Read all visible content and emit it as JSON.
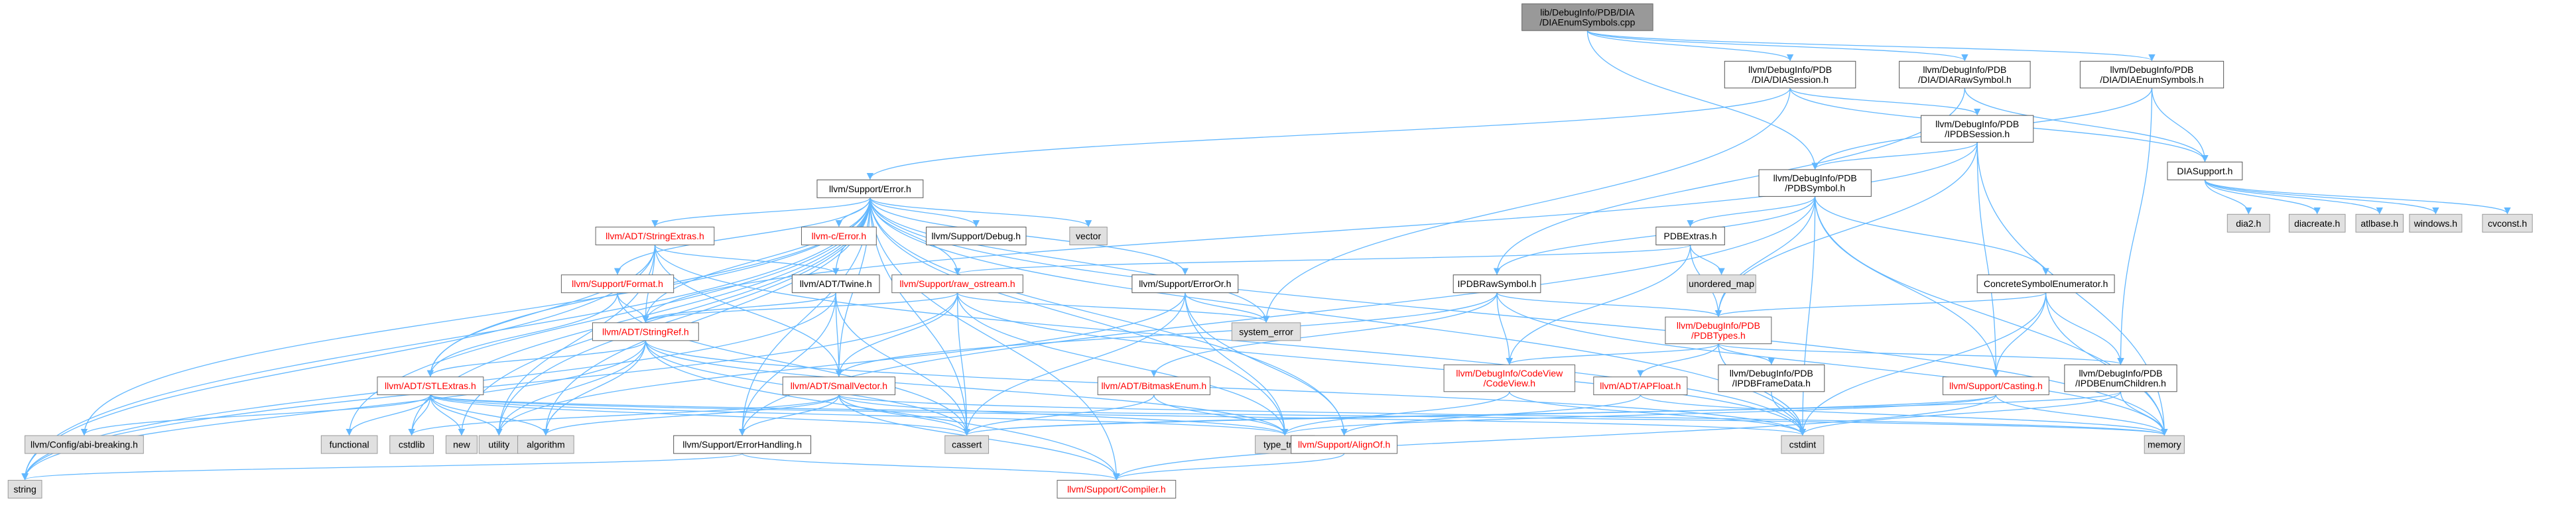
{
  "graph": {
    "colors": {
      "edge": "#63b8ff",
      "node_border": "#555555",
      "node_fill": "#ffffff",
      "root_fill": "#999999",
      "external_fill": "#e0e0e0",
      "external_border": "#999999",
      "red_text": "#ff0000",
      "text": "#000000"
    },
    "nodes": [
      {
        "id": "root",
        "lines": [
          "lib/DebugInfo/PDB/DIA",
          "/DIAEnumSymbols.cpp"
        ],
        "style": "root"
      },
      {
        "id": "diasession",
        "lines": [
          "llvm/DebugInfo/PDB",
          "/DIA/DIASession.h"
        ],
        "style": "normal"
      },
      {
        "id": "diarawsymbol",
        "lines": [
          "llvm/DebugInfo/PDB",
          "/DIA/DIARawSymbol.h"
        ],
        "style": "normal"
      },
      {
        "id": "diaenumsymbols",
        "lines": [
          "llvm/DebugInfo/PDB",
          "/DIA/DIAEnumSymbols.h"
        ],
        "style": "normal"
      },
      {
        "id": "pdbsession",
        "lines": [
          "llvm/DebugInfo/PDB",
          "/IPDBSession.h"
        ],
        "style": "normal"
      },
      {
        "id": "diasupport",
        "lines": [
          "DIASupport.h"
        ],
        "style": "normal"
      },
      {
        "id": "dia2",
        "lines": [
          "dia2.h"
        ],
        "style": "external"
      },
      {
        "id": "diacreate",
        "lines": [
          "diacreate.h"
        ],
        "style": "external"
      },
      {
        "id": "atlbase",
        "lines": [
          "atlbase.h"
        ],
        "style": "external"
      },
      {
        "id": "windows",
        "lines": [
          "windows.h"
        ],
        "style": "external"
      },
      {
        "id": "cvconst",
        "lines": [
          "cvconst.h"
        ],
        "style": "external"
      },
      {
        "id": "pdbsymbol",
        "lines": [
          "llvm/DebugInfo/PDB",
          "/PDBSymbol.h"
        ],
        "style": "normal"
      },
      {
        "id": "error",
        "lines": [
          "llvm/Support/Error.h"
        ],
        "style": "normal"
      },
      {
        "id": "stringextras",
        "lines": [
          "llvm/ADT/StringExtras.h"
        ],
        "style": "red"
      },
      {
        "id": "cerror",
        "lines": [
          "llvm-c/Error.h"
        ],
        "style": "red"
      },
      {
        "id": "debug",
        "lines": [
          "llvm/Support/Debug.h"
        ],
        "style": "normal"
      },
      {
        "id": "vector",
        "lines": [
          "vector"
        ],
        "style": "external"
      },
      {
        "id": "pdbextras",
        "lines": [
          "PDBExtras.h"
        ],
        "style": "normal"
      },
      {
        "id": "unordered_map",
        "lines": [
          "unordered_map"
        ],
        "style": "external"
      },
      {
        "id": "format",
        "lines": [
          "llvm/Support/Format.h"
        ],
        "style": "red"
      },
      {
        "id": "twine",
        "lines": [
          "llvm/ADT/Twine.h"
        ],
        "style": "normal"
      },
      {
        "id": "raw_ostream",
        "lines": [
          "llvm/Support/raw_ostream.h"
        ],
        "style": "red"
      },
      {
        "id": "erroror",
        "lines": [
          "llvm/Support/ErrorOr.h"
        ],
        "style": "normal"
      },
      {
        "id": "ipdbrawsymbol",
        "lines": [
          "IPDBRawSymbol.h"
        ],
        "style": "normal"
      },
      {
        "id": "concreteenum",
        "lines": [
          "ConcreteSymbolEnumerator.h"
        ],
        "style": "normal"
      },
      {
        "id": "system_error",
        "lines": [
          "system_error"
        ],
        "style": "external"
      },
      {
        "id": "stringref",
        "lines": [
          "llvm/ADT/StringRef.h"
        ],
        "style": "red"
      },
      {
        "id": "pdbtypes",
        "lines": [
          "llvm/DebugInfo/PDB",
          "/PDBTypes.h"
        ],
        "style": "red"
      },
      {
        "id": "stlextras",
        "lines": [
          "llvm/ADT/STLExtras.h"
        ],
        "style": "red"
      },
      {
        "id": "smallvector",
        "lines": [
          "llvm/ADT/SmallVector.h"
        ],
        "style": "red"
      },
      {
        "id": "bitmaskenum",
        "lines": [
          "llvm/ADT/BitmaskEnum.h"
        ],
        "style": "red"
      },
      {
        "id": "codeview",
        "lines": [
          "llvm/DebugInfo/CodeView",
          "/CodeView.h"
        ],
        "style": "red"
      },
      {
        "id": "apfloat",
        "lines": [
          "llvm/ADT/APFloat.h"
        ],
        "style": "red"
      },
      {
        "id": "framedata",
        "lines": [
          "llvm/DebugInfo/PDB",
          "/IPDBFrameData.h"
        ],
        "style": "normal"
      },
      {
        "id": "casting",
        "lines": [
          "llvm/Support/Casting.h"
        ],
        "style": "red"
      },
      {
        "id": "enumchildren",
        "lines": [
          "llvm/DebugInfo/PDB",
          "/IPDBEnumChildren.h"
        ],
        "style": "normal"
      },
      {
        "id": "abibreaking",
        "lines": [
          "llvm/Config/abi-breaking.h"
        ],
        "style": "external"
      },
      {
        "id": "functional",
        "lines": [
          "functional"
        ],
        "style": "external"
      },
      {
        "id": "cstdlib",
        "lines": [
          "cstdlib"
        ],
        "style": "external"
      },
      {
        "id": "new",
        "lines": [
          "new"
        ],
        "style": "external"
      },
      {
        "id": "utility",
        "lines": [
          "utility"
        ],
        "style": "external"
      },
      {
        "id": "algorithm",
        "lines": [
          "algorithm"
        ],
        "style": "external"
      },
      {
        "id": "cassert",
        "lines": [
          "cassert"
        ],
        "style": "external"
      },
      {
        "id": "type_traits",
        "lines": [
          "type_traits"
        ],
        "style": "external"
      },
      {
        "id": "alignof",
        "lines": [
          "llvm/Support/AlignOf.h"
        ],
        "style": "red"
      },
      {
        "id": "cstdint",
        "lines": [
          "cstdint"
        ],
        "style": "external"
      },
      {
        "id": "memory",
        "lines": [
          "memory"
        ],
        "style": "external"
      },
      {
        "id": "errorhandling",
        "lines": [
          "llvm/Support/ErrorHandling.h"
        ],
        "style": "normal"
      },
      {
        "id": "string",
        "lines": [
          "string"
        ],
        "style": "external"
      },
      {
        "id": "compiler",
        "lines": [
          "llvm/Support/Compiler.h"
        ],
        "style": "red"
      }
    ],
    "edges": [
      [
        "root",
        "diasession"
      ],
      [
        "root",
        "diarawsymbol"
      ],
      [
        "root",
        "diaenumsymbols"
      ],
      [
        "root",
        "pdbsymbol"
      ],
      [
        "diasession",
        "diasupport"
      ],
      [
        "diasession",
        "pdbsession"
      ],
      [
        "diasession",
        "error"
      ],
      [
        "diasession",
        "system_error"
      ],
      [
        "diarawsymbol",
        "diasupport"
      ],
      [
        "diarawsymbol",
        "ipdbrawsymbol"
      ],
      [
        "diaenumsymbols",
        "diasupport"
      ],
      [
        "diaenumsymbols",
        "enumchildren"
      ],
      [
        "diaenumsymbols",
        "pdbsymbol"
      ],
      [
        "diasupport",
        "dia2"
      ],
      [
        "diasupport",
        "diacreate"
      ],
      [
        "diasupport",
        "atlbase"
      ],
      [
        "diasupport",
        "windows"
      ],
      [
        "diasupport",
        "cvconst"
      ],
      [
        "pdbsession",
        "pdbsymbol"
      ],
      [
        "pdbsession",
        "pdbtypes"
      ],
      [
        "pdbsession",
        "casting"
      ],
      [
        "pdbsession",
        "memory"
      ],
      [
        "pdbsession",
        "stringref"
      ],
      [
        "pdbsymbol",
        "pdbextras"
      ],
      [
        "pdbsymbol",
        "ipdbrawsymbol"
      ],
      [
        "pdbsymbol",
        "concreteenum"
      ],
      [
        "pdbsymbol",
        "pdbtypes"
      ],
      [
        "pdbsymbol",
        "casting"
      ],
      [
        "pdbsymbol",
        "memory"
      ],
      [
        "pdbsymbol",
        "cstdint"
      ],
      [
        "pdbsymbol",
        "errorhandling"
      ],
      [
        "error",
        "stringextras"
      ],
      [
        "error",
        "cerror"
      ],
      [
        "error",
        "debug"
      ],
      [
        "error",
        "vector"
      ],
      [
        "error",
        "format"
      ],
      [
        "error",
        "twine"
      ],
      [
        "error",
        "raw_ostream"
      ],
      [
        "error",
        "erroror"
      ],
      [
        "error",
        "system_error"
      ],
      [
        "error",
        "stringref"
      ],
      [
        "error",
        "stlextras"
      ],
      [
        "error",
        "smallvector"
      ],
      [
        "error",
        "abibreaking"
      ],
      [
        "error",
        "functional"
      ],
      [
        "error",
        "cstdlib"
      ],
      [
        "error",
        "new"
      ],
      [
        "error",
        "utility"
      ],
      [
        "error",
        "algorithm"
      ],
      [
        "error",
        "cassert"
      ],
      [
        "error",
        "type_traits"
      ],
      [
        "error",
        "cstdint"
      ],
      [
        "error",
        "memory"
      ],
      [
        "error",
        "errorhandling"
      ],
      [
        "error",
        "string"
      ],
      [
        "error",
        "compiler"
      ],
      [
        "error",
        "alignof"
      ],
      [
        "stringextras",
        "twine"
      ],
      [
        "stringextras",
        "stringref"
      ],
      [
        "stringextras",
        "stlextras"
      ],
      [
        "stringextras",
        "smallvector"
      ],
      [
        "stringextras",
        "string"
      ],
      [
        "stringextras",
        "cstdint"
      ],
      [
        "stringextras",
        "utility"
      ],
      [
        "format",
        "stringref"
      ],
      [
        "format",
        "stlextras"
      ],
      [
        "format",
        "cassert"
      ],
      [
        "twine",
        "stringref"
      ],
      [
        "twine",
        "smallvector"
      ],
      [
        "twine",
        "errorhandling"
      ],
      [
        "twine",
        "cassert"
      ],
      [
        "twine",
        "string"
      ],
      [
        "raw_ostream",
        "stringref"
      ],
      [
        "raw_ostream",
        "smallvector"
      ],
      [
        "raw_ostream",
        "type_traits"
      ],
      [
        "raw_ostream",
        "system_error"
      ],
      [
        "raw_ostream",
        "cassert"
      ],
      [
        "raw_ostream",
        "string"
      ],
      [
        "raw_ostream",
        "cstdint"
      ],
      [
        "erroror",
        "alignof"
      ],
      [
        "erroror",
        "system_error"
      ],
      [
        "erroror",
        "type_traits"
      ],
      [
        "erroror",
        "cassert"
      ],
      [
        "erroror",
        "utility"
      ],
      [
        "pdbextras",
        "pdbtypes"
      ],
      [
        "pdbextras",
        "codeview"
      ],
      [
        "pdbextras",
        "unordered_map"
      ],
      [
        "pdbextras",
        "raw_ostream"
      ],
      [
        "ipdbrawsymbol",
        "pdbtypes"
      ],
      [
        "ipdbrawsymbol",
        "codeview"
      ],
      [
        "ipdbrawsymbol",
        "bitmaskenum"
      ],
      [
        "ipdbrawsymbol",
        "memory"
      ],
      [
        "ipdbrawsymbol",
        "smallvector"
      ],
      [
        "concreteenum",
        "pdbtypes"
      ],
      [
        "concreteenum",
        "enumchildren"
      ],
      [
        "concreteenum",
        "casting"
      ],
      [
        "concreteenum",
        "memory"
      ],
      [
        "concreteenum",
        "cstdint"
      ],
      [
        "stringref",
        "stlextras"
      ],
      [
        "stringref",
        "algorithm"
      ],
      [
        "stringref",
        "cassert"
      ],
      [
        "stringref",
        "type_traits"
      ],
      [
        "stringref",
        "string"
      ],
      [
        "stringref",
        "compiler"
      ],
      [
        "stringref",
        "utility"
      ],
      [
        "stringref",
        "cstdint"
      ],
      [
        "pdbtypes",
        "codeview"
      ],
      [
        "pdbtypes",
        "apfloat"
      ],
      [
        "pdbtypes",
        "framedata"
      ],
      [
        "pdbtypes",
        "enumchildren"
      ],
      [
        "pdbtypes",
        "cstdint"
      ],
      [
        "pdbtypes",
        "cstdint"
      ],
      [
        "stlextras",
        "abibreaking"
      ],
      [
        "stlextras",
        "functional"
      ],
      [
        "stlextras",
        "cstdlib"
      ],
      [
        "stlextras",
        "new"
      ],
      [
        "stlextras",
        "utility"
      ],
      [
        "stlextras",
        "algorithm"
      ],
      [
        "stlextras",
        "cassert"
      ],
      [
        "stlextras",
        "type_traits"
      ],
      [
        "stlextras",
        "memory"
      ],
      [
        "stlextras",
        "cstdint"
      ],
      [
        "smallvector",
        "errorhandling"
      ],
      [
        "smallvector",
        "cassert"
      ],
      [
        "smallvector",
        "type_traits"
      ],
      [
        "smallvector",
        "compiler"
      ],
      [
        "smallvector",
        "memory"
      ],
      [
        "smallvector",
        "cstdlib"
      ],
      [
        "smallvector",
        "algorithm"
      ],
      [
        "bitmaskenum",
        "cassert"
      ],
      [
        "bitmaskenum",
        "type_traits"
      ],
      [
        "codeview",
        "type_traits"
      ],
      [
        "codeview",
        "cstdint"
      ],
      [
        "apfloat",
        "alignof"
      ],
      [
        "apfloat",
        "memory"
      ],
      [
        "framedata",
        "cstdint"
      ],
      [
        "casting",
        "cassert"
      ],
      [
        "casting",
        "type_traits"
      ],
      [
        "casting",
        "memory"
      ],
      [
        "casting",
        "compiler"
      ],
      [
        "enumchildren",
        "memory"
      ],
      [
        "enumchildren",
        "cstdint"
      ],
      [
        "enumchildren",
        "cassert"
      ],
      [
        "alignof",
        "compiler"
      ],
      [
        "errorhandling",
        "compiler"
      ],
      [
        "errorhandling",
        "string"
      ]
    ]
  }
}
